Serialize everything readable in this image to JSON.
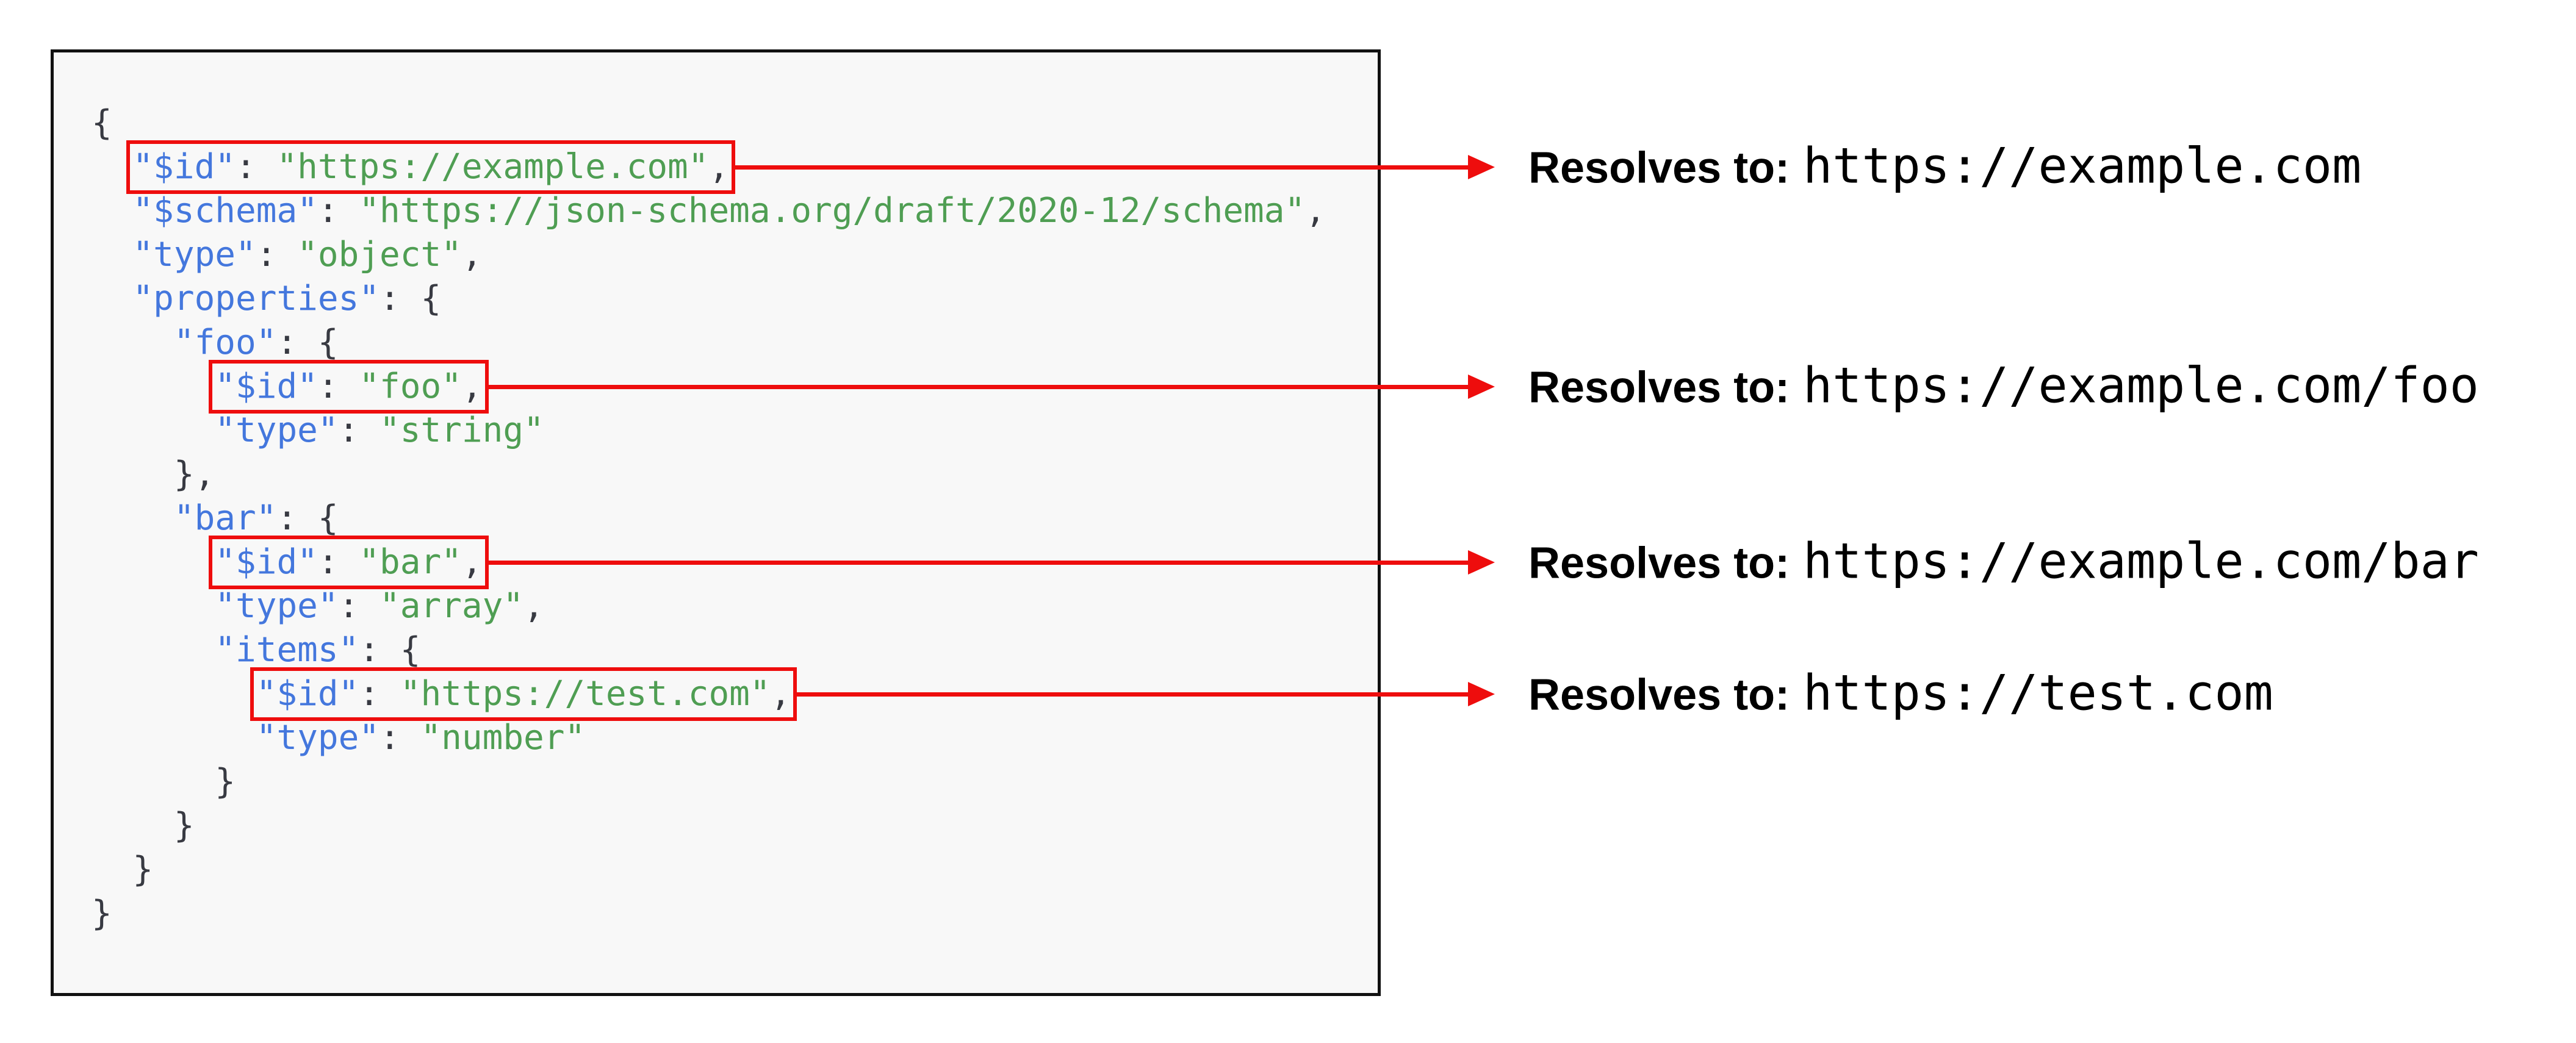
{
  "colors": {
    "panel_background": "#f8f8f8",
    "panel_border": "#111111",
    "punctuation": "#383a42",
    "key_blue": "#4477dd",
    "string_green": "#4f9e53",
    "accent_red": "#ee0d0d",
    "annotation_text": "#000000"
  },
  "code_panel": {
    "language": "json",
    "lines": [
      {
        "tokens": [
          [
            "pun",
            "{"
          ]
        ]
      },
      {
        "tokens": [
          [
            "pun",
            "  "
          ],
          [
            "key",
            "\"$id\""
          ],
          [
            "pun",
            ": "
          ],
          [
            "str",
            "\"https://example.com\""
          ],
          [
            "pun",
            ","
          ]
        ]
      },
      {
        "tokens": [
          [
            "pun",
            "  "
          ],
          [
            "key",
            "\"$schema\""
          ],
          [
            "pun",
            ": "
          ],
          [
            "str",
            "\"https://json-schema.org/draft/2020-12/schema\""
          ],
          [
            "pun",
            ","
          ]
        ]
      },
      {
        "tokens": [
          [
            "pun",
            "  "
          ],
          [
            "key",
            "\"type\""
          ],
          [
            "pun",
            ": "
          ],
          [
            "str",
            "\"object\""
          ],
          [
            "pun",
            ","
          ]
        ]
      },
      {
        "tokens": [
          [
            "pun",
            "  "
          ],
          [
            "key",
            "\"properties\""
          ],
          [
            "pun",
            ": {"
          ]
        ]
      },
      {
        "tokens": [
          [
            "pun",
            "    "
          ],
          [
            "key",
            "\"foo\""
          ],
          [
            "pun",
            ": {"
          ]
        ]
      },
      {
        "tokens": [
          [
            "pun",
            "      "
          ],
          [
            "key",
            "\"$id\""
          ],
          [
            "pun",
            ": "
          ],
          [
            "str",
            "\"foo\""
          ],
          [
            "pun",
            ","
          ]
        ]
      },
      {
        "tokens": [
          [
            "pun",
            "      "
          ],
          [
            "key",
            "\"type\""
          ],
          [
            "pun",
            ": "
          ],
          [
            "str",
            "\"string\""
          ]
        ]
      },
      {
        "tokens": [
          [
            "pun",
            "    },"
          ]
        ]
      },
      {
        "tokens": [
          [
            "pun",
            "    "
          ],
          [
            "key",
            "\"bar\""
          ],
          [
            "pun",
            ": {"
          ]
        ]
      },
      {
        "tokens": [
          [
            "pun",
            "      "
          ],
          [
            "key",
            "\"$id\""
          ],
          [
            "pun",
            ": "
          ],
          [
            "str",
            "\"bar\""
          ],
          [
            "pun",
            ","
          ]
        ]
      },
      {
        "tokens": [
          [
            "pun",
            "      "
          ],
          [
            "key",
            "\"type\""
          ],
          [
            "pun",
            ": "
          ],
          [
            "str",
            "\"array\""
          ],
          [
            "pun",
            ","
          ]
        ]
      },
      {
        "tokens": [
          [
            "pun",
            "      "
          ],
          [
            "key",
            "\"items\""
          ],
          [
            "pun",
            ": {"
          ]
        ]
      },
      {
        "tokens": [
          [
            "pun",
            "        "
          ],
          [
            "key",
            "\"$id\""
          ],
          [
            "pun",
            ": "
          ],
          [
            "str",
            "\"https://test.com\""
          ],
          [
            "pun",
            ","
          ]
        ]
      },
      {
        "tokens": [
          [
            "pun",
            "        "
          ],
          [
            "key",
            "\"type\""
          ],
          [
            "pun",
            ": "
          ],
          [
            "str",
            "\"number\""
          ]
        ]
      },
      {
        "tokens": [
          [
            "pun",
            "      }"
          ]
        ]
      },
      {
        "tokens": [
          [
            "pun",
            "    }"
          ]
        ]
      },
      {
        "tokens": [
          [
            "pun",
            "  }"
          ]
        ]
      },
      {
        "tokens": [
          [
            "pun",
            "}"
          ]
        ]
      }
    ]
  },
  "annotations": [
    {
      "line": 2,
      "col": 2,
      "span": 29,
      "label": "Resolves to:",
      "value": "https://example.com"
    },
    {
      "line": 7,
      "col": 6,
      "span": 13,
      "label": "Resolves to:",
      "value": "https://example.com/foo"
    },
    {
      "line": 11,
      "col": 6,
      "span": 13,
      "label": "Resolves to:",
      "value": "https://example.com/bar"
    },
    {
      "line": 14,
      "col": 8,
      "span": 26,
      "label": "Resolves to:",
      "value": "https://test.com"
    }
  ]
}
